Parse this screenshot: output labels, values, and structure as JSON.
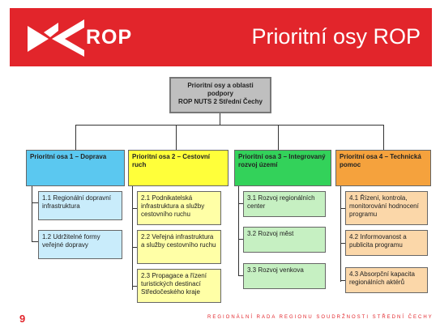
{
  "header": {
    "logo_text": "ROP",
    "title": "Prioritní osy ROP",
    "color": "#e2252b"
  },
  "root": {
    "line1": "Prioritní osy a oblasti",
    "line2": "podpory",
    "line3": "ROP NUTS 2 Střední Čechy"
  },
  "axes": [
    {
      "title": "Prioritní osa 1 – Doprava",
      "color": "#5bc8f0",
      "item_color": "#c9ecfb",
      "items": [
        "1.1 Regionální dopravní infrastruktura",
        "1.2 Udržitelné formy veřejné dopravy"
      ]
    },
    {
      "title": "Prioritní osa 2 – Cestovní ruch",
      "color": "#ffff3a",
      "item_color": "#ffffa6",
      "items": [
        "2.1 Podnikatelská infrastruktura a služby cestovního ruchu",
        "2.2 Veřejná infrastruktura a služby cestovního ruchu",
        "2.3 Propagace a řízení turistických destinací Středočeského kraje"
      ]
    },
    {
      "title": "Prioritní osa 3 – Integrovaný rozvoj území",
      "color": "#33d25a",
      "item_color": "#c6f0c2",
      "items": [
        "3.1 Rozvoj regionálních center",
        "3.2 Rozvoj měst",
        "3.3 Rozvoj venkova"
      ]
    },
    {
      "title": "Prioritní osa 4 – Technická pomoc",
      "color": "#f5a23d",
      "item_color": "#fbd7a9",
      "items": [
        "4.1 Řízení, kontrola, monitorování hodnocení programu",
        "4.2 Informovanost a publicita programu",
        "4.3 Absorpční kapacita regionálních aktérů"
      ]
    }
  ],
  "footer": {
    "page_number": "9",
    "text": "REGIONÁLNÍ RADA REGIONU SOUDRŽNOSTI STŘEDNÍ ČECHY"
  }
}
